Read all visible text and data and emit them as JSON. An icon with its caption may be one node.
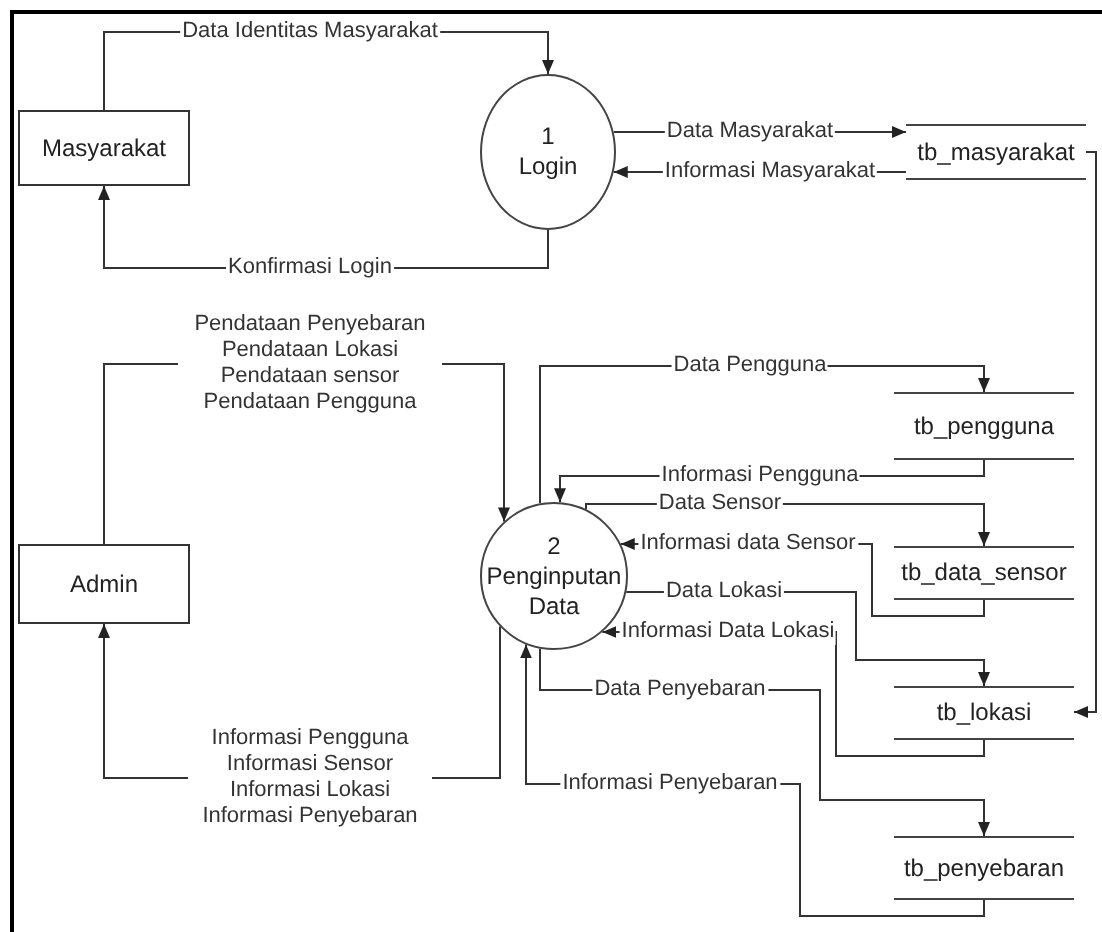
{
  "diagram": {
    "nodes": [
      {
        "text": [
          "Masyarakat"
        ]
      },
      {
        "text": [
          "1",
          "Login"
        ]
      },
      {
        "text": [
          "tb_masyarakat"
        ]
      },
      {
        "text": [
          "Admin"
        ]
      },
      {
        "text": [
          "2",
          "Penginputan Data"
        ]
      },
      {
        "text": [
          "tb_pengguna"
        ]
      },
      {
        "text": [
          "tb_data_sensor"
        ]
      },
      {
        "text": [
          "tb_lokasi"
        ]
      },
      {
        "text": [
          "tb_penyebaran"
        ]
      }
    ],
    "edges": [
      {
        "from": 0,
        "to": 1,
        "arrow": "to",
        "label": "Data Identitas Masyarakat"
      },
      {
        "from": 1,
        "to": 0,
        "arrow": "to",
        "label": "Konfirmasi Login"
      },
      {
        "from": 1,
        "to": 2,
        "arrow": "to",
        "label": "Data Masyarakat"
      },
      {
        "from": 2,
        "to": 1,
        "arrow": "to",
        "label": "Informasi Masyarakat"
      },
      {
        "from": 2,
        "to": 7,
        "arrow": "to"
      },
      {
        "from": 3,
        "to": 4,
        "arrow": "to",
        "label": "Pendataan Penyebaran Pendataan Lokasi Pendataan sensor Pendataan Pengguna"
      },
      {
        "from": 4,
        "to": 3,
        "arrow": "to",
        "label": "Informasi Pengguna Informasi Sensor Informasi Lokasi Informasi Penyebaran"
      },
      {
        "from": 4,
        "to": 5,
        "arrow": "to",
        "label": "Data Pengguna"
      },
      {
        "from": 5,
        "to": 4,
        "arrow": "to",
        "label": "Informasi Pengguna"
      },
      {
        "from": 4,
        "to": 6,
        "arrow": "to",
        "label": "Data Sensor"
      },
      {
        "from": 6,
        "to": 4,
        "arrow": "to",
        "label": "Informasi data Sensor"
      },
      {
        "from": 4,
        "to": 7,
        "arrow": "to",
        "label": "Data Lokasi"
      },
      {
        "from": 7,
        "to": 4,
        "arrow": "to",
        "label": "Informasi Data Lokasi"
      },
      {
        "from": 4,
        "to": 8,
        "arrow": "to",
        "label": "Data Penyebaran"
      },
      {
        "from": 8,
        "to": 4,
        "arrow": "to",
        "label": "Informasi Penyebaran"
      }
    ]
  }
}
